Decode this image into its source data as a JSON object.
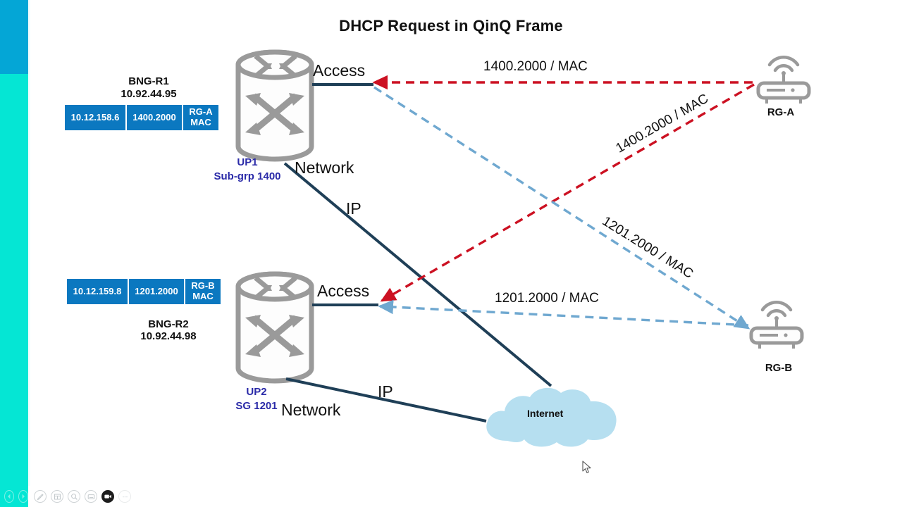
{
  "title": "DHCP Request in QinQ Frame",
  "colors": {
    "rail_top": "#04a6d6",
    "rail_bottom": "#05e6d4",
    "packet_blue": "#0b78c0",
    "red_flow": "#cc1122",
    "blue_flow": "#6fa8d0",
    "link_navy": "#1f3f57",
    "device_gray": "#9a9a9a",
    "cloud_blue": "#b6dff0",
    "label_purple": "#2a2aa8"
  },
  "devices": {
    "up1": {
      "name": "BNG-R1",
      "ip": "10.92.44.95",
      "under_label": "UP1",
      "under_sub": "Sub-grp 1400",
      "icon": "router-icon"
    },
    "up2": {
      "name": "BNG-R2",
      "ip": "10.92.44.98",
      "under_label": "UP2",
      "under_sub": "SG 1201",
      "icon": "router-icon"
    },
    "rga": {
      "label": "RG-A",
      "icon": "wireless-gateway-icon"
    },
    "rgb": {
      "label": "RG-B",
      "icon": "wireless-gateway-icon"
    },
    "cloud": {
      "label": "Internet",
      "icon": "cloud-icon"
    }
  },
  "packets": [
    {
      "id": "packet-r1",
      "cells": [
        "10.12.158.6",
        "1400.2000",
        "RG-A\nMAC"
      ],
      "ip": "10.12.158.6",
      "qinq": "1400.2000",
      "mac_line1": "RG-A",
      "mac_line2": "MAC"
    },
    {
      "id": "packet-r2",
      "cells": [
        "10.12.159.8",
        "1201.2000",
        "RG-B\nMAC"
      ],
      "ip": "10.12.159.8",
      "qinq": "1201.2000",
      "mac_line1": "RG-B",
      "mac_line2": "MAC"
    }
  ],
  "interface_labels": {
    "access_top": "Access",
    "network_top": "Network",
    "ip_top": "IP",
    "access_bottom": "Access",
    "network_bottom": "Network",
    "ip_bottom": "IP"
  },
  "flows": [
    {
      "id": "flow-rga-up1",
      "label": "1400.2000 / MAC",
      "color": "#cc1122",
      "style": "dashed",
      "from": "RG-A",
      "to": "UP1"
    },
    {
      "id": "flow-rga-up2",
      "label": "1400.2000 / MAC",
      "color": "#cc1122",
      "style": "dashed",
      "from": "RG-A",
      "to": "UP2"
    },
    {
      "id": "flow-up1-rgb",
      "label": "1201.2000 / MAC",
      "color": "#6fa8d0",
      "style": "dashed",
      "from": "UP1",
      "to": "RG-B"
    },
    {
      "id": "flow-rgb-up2",
      "label": "1201.2000 / MAC",
      "color": "#6fa8d0",
      "style": "dashed",
      "from": "RG-B",
      "to": "UP2"
    }
  ],
  "toolbar": {
    "items": [
      {
        "name": "prev-slide-button",
        "icon": "chevron-left-icon",
        "state": "on-rail"
      },
      {
        "name": "next-slide-button",
        "icon": "chevron-right-icon",
        "state": "on-rail"
      },
      {
        "name": "pen-tool-button",
        "icon": "pen-icon",
        "state": "normal"
      },
      {
        "name": "layout-button",
        "icon": "layout-grid-icon",
        "state": "normal"
      },
      {
        "name": "zoom-button",
        "icon": "magnifier-icon",
        "state": "normal"
      },
      {
        "name": "caption-button",
        "icon": "caption-box-icon",
        "state": "normal"
      },
      {
        "name": "record-button",
        "icon": "video-camera-icon",
        "state": "active"
      },
      {
        "name": "more-button",
        "icon": "ellipsis-icon",
        "state": "faded"
      }
    ]
  }
}
